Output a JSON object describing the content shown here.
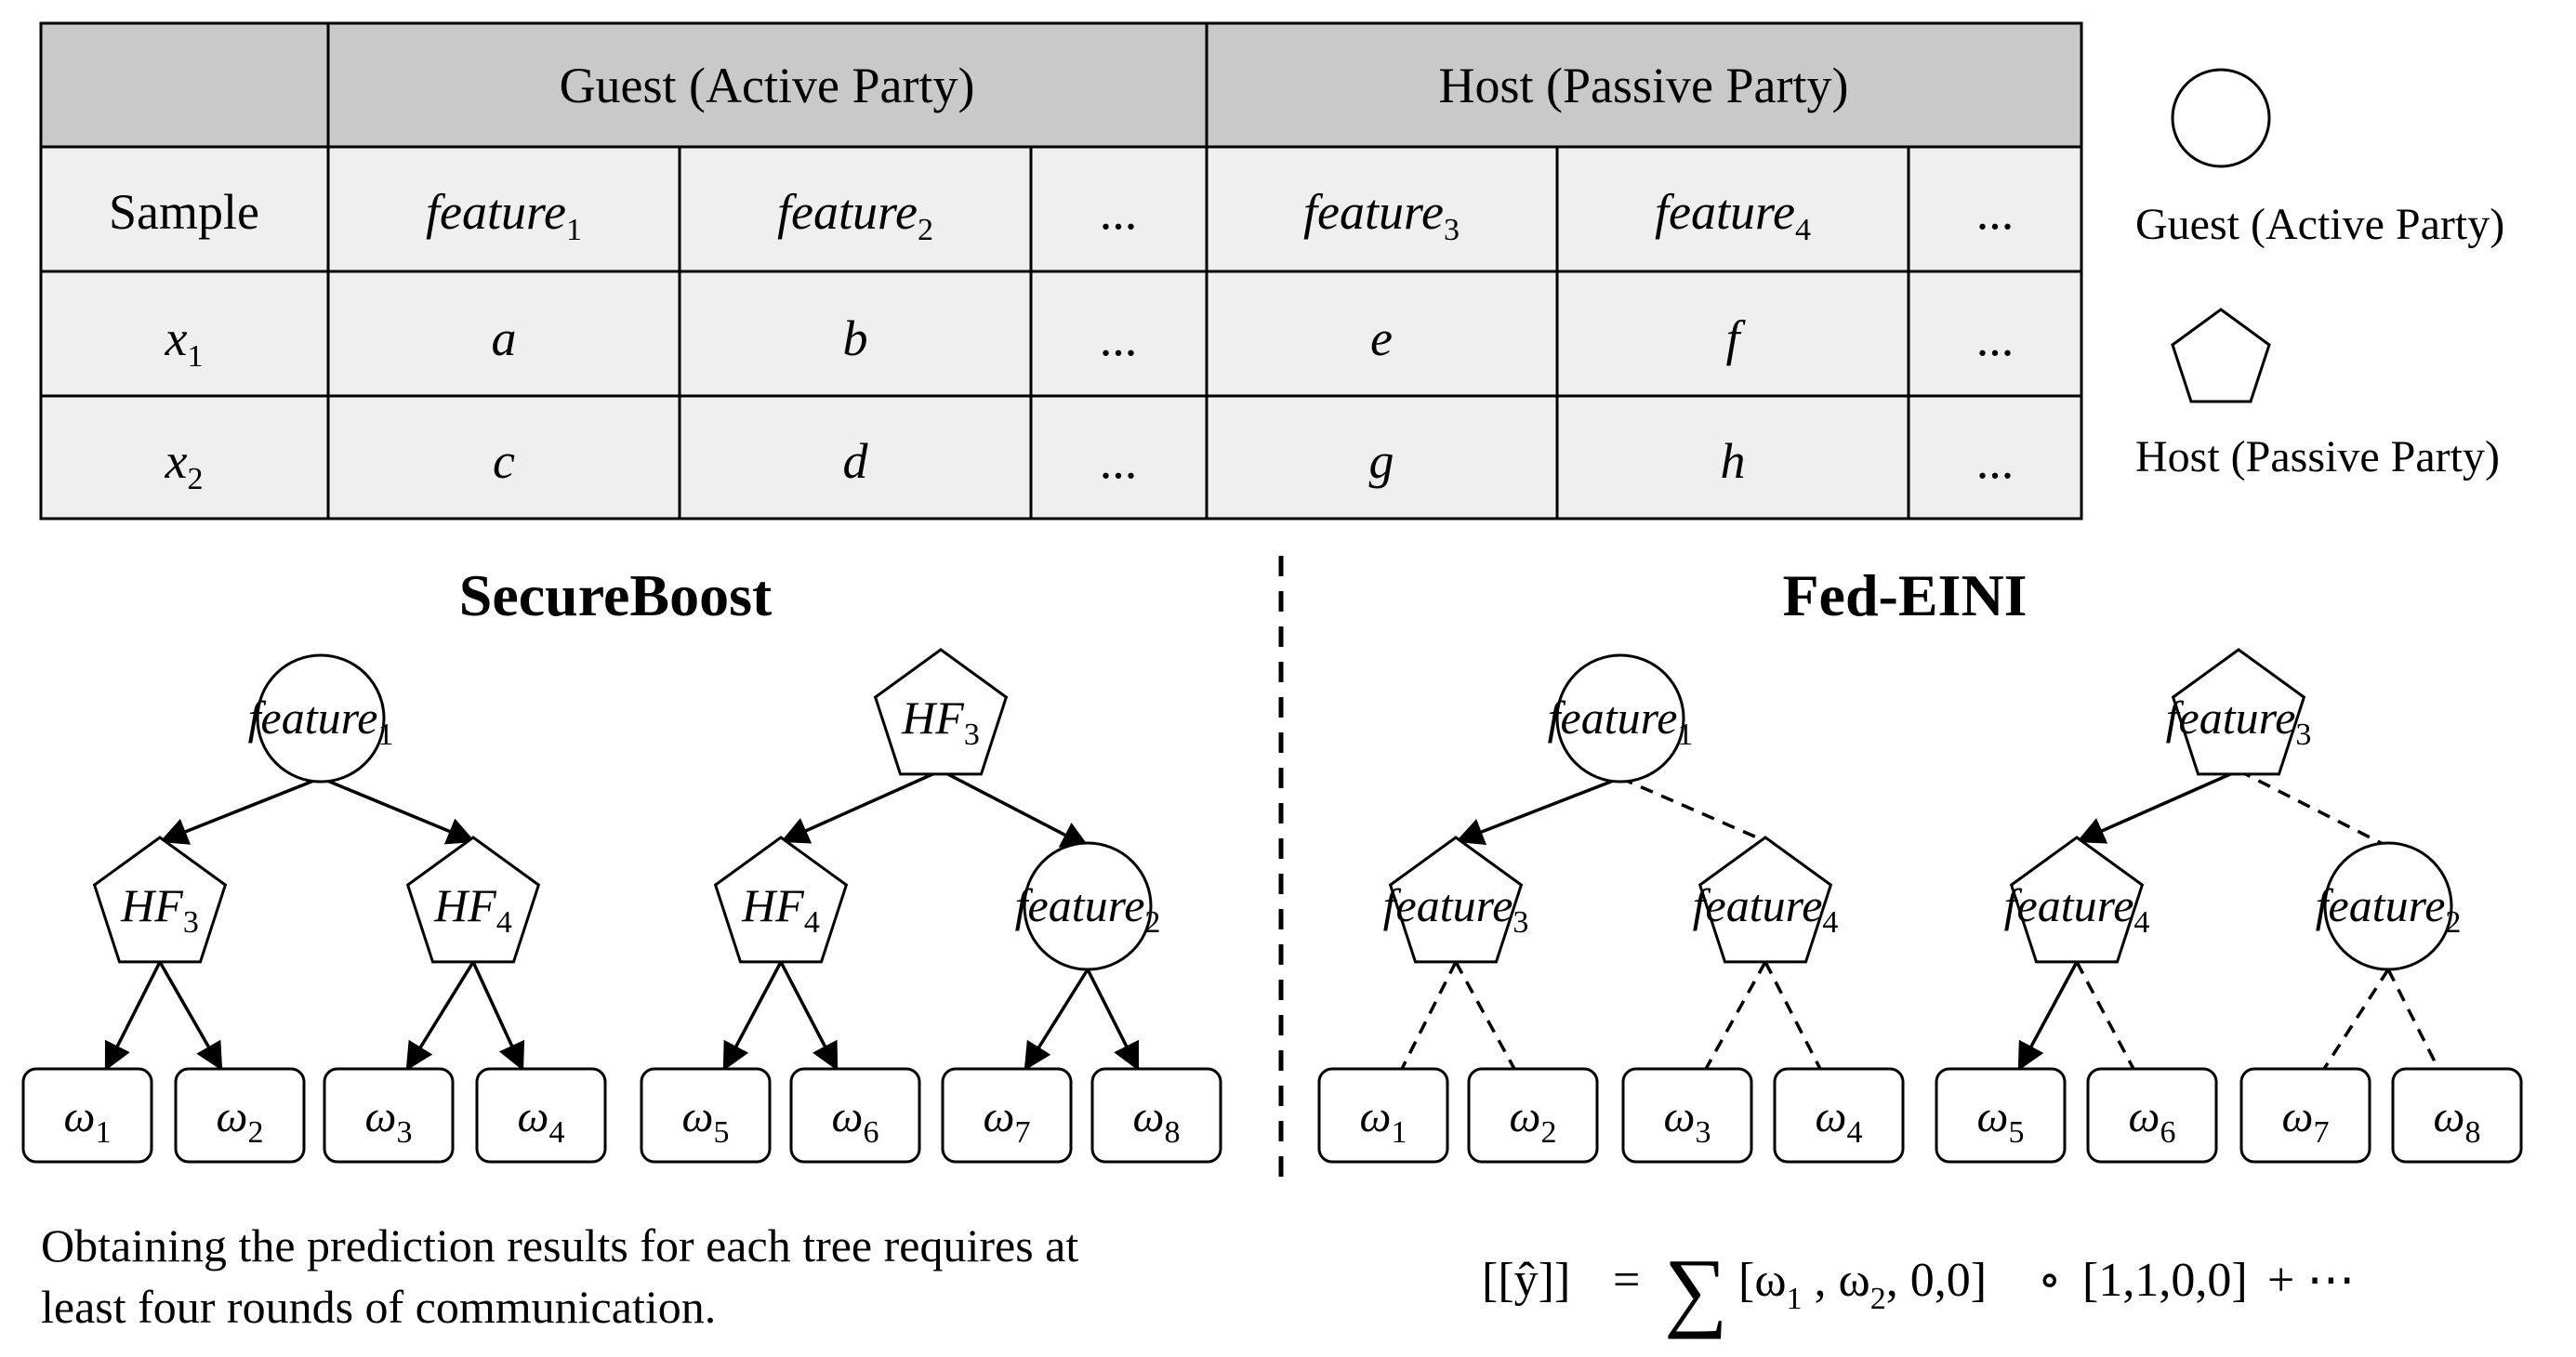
{
  "table": {
    "header_guest": "Guest (Active Party)",
    "header_host": "Host (Passive Party)",
    "col_headers": [
      "Sample",
      "feature",
      "feature",
      "...",
      "feature",
      "feature",
      "..."
    ],
    "col_subs": [
      "",
      "1",
      "2",
      "",
      "3",
      "4",
      ""
    ],
    "rows": [
      {
        "label": "x",
        "label_sub": "1",
        "cells": [
          "a",
          "b",
          "...",
          "e",
          "f",
          "..."
        ]
      },
      {
        "label": "x",
        "label_sub": "2",
        "cells": [
          "c",
          "d",
          "...",
          "g",
          "h",
          "..."
        ]
      }
    ]
  },
  "legend": {
    "guest": "Guest (Active Party)",
    "host": "Host (Passive Party)"
  },
  "titles": {
    "left": "SecureBoost",
    "right": "Fed-EINI"
  },
  "secureboost": {
    "tree1": {
      "root": "feature",
      "root_sub": "1",
      "left": "HF",
      "left_sub": "3",
      "right": "HF",
      "right_sub": "4"
    },
    "tree2": {
      "root": "HF",
      "root_sub": "3",
      "left": "HF",
      "left_sub": "4",
      "right": "feature",
      "right_sub": "2"
    },
    "leaves": [
      "1",
      "2",
      "3",
      "4",
      "5",
      "6",
      "7",
      "8"
    ]
  },
  "fedeini": {
    "tree1": {
      "root": "feature",
      "root_sub": "1",
      "left": "feature",
      "left_sub": "3",
      "right": "feature",
      "right_sub": "4"
    },
    "tree2": {
      "root": "feature",
      "root_sub": "3",
      "left": "feature",
      "left_sub": "4",
      "right": "feature",
      "right_sub": "2"
    },
    "leaves": [
      "1",
      "2",
      "3",
      "4",
      "5",
      "6",
      "7",
      "8"
    ]
  },
  "leaf_symbol": "ω",
  "caption": {
    "line1": "Obtaining the prediction results for each tree requires at",
    "line2": "least four rounds of communication."
  },
  "formula": {
    "lhs": "[[ŷ]]",
    "eq": "=",
    "sum": "∑",
    "vec1_a": "[ω",
    "vec1_a_sub": "1",
    "vec1_b": " , ω",
    "vec1_b_sub": "2",
    "vec1_c": ", 0,0]",
    "op": "∘",
    "vec2": "[1,1,0,0]",
    "tail": "+ ⋯"
  }
}
